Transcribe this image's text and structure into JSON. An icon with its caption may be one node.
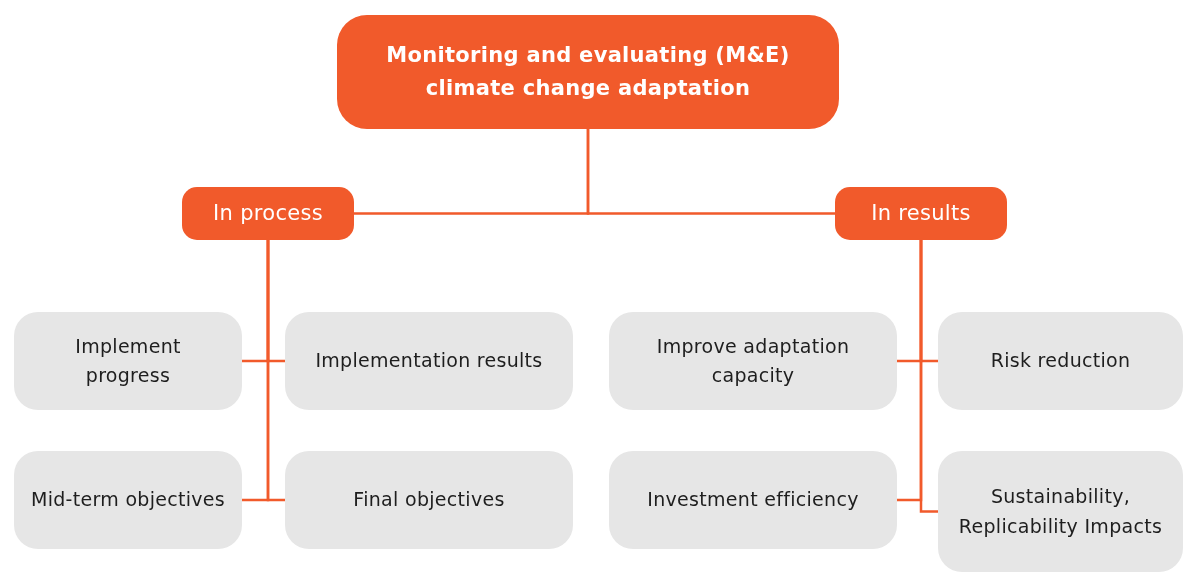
{
  "diagram": {
    "nodes": [
      {
        "text": [
          "Monitoring and evaluating (M&E) climate change adaptation"
        ]
      },
      {
        "text": [
          "In process"
        ]
      },
      {
        "text": [
          "In results"
        ]
      },
      {
        "text": [
          "Implement progress"
        ]
      },
      {
        "text": [
          "Implementation results"
        ]
      },
      {
        "text": [
          "Mid-term objectives"
        ]
      },
      {
        "text": [
          "Final objectives"
        ]
      },
      {
        "text": [
          "Improve adaptation capacity"
        ]
      },
      {
        "text": [
          "Risk reduction"
        ]
      },
      {
        "text": [
          "Investment efficiency"
        ]
      },
      {
        "text": [
          "Sustainability, Replicability Impacts"
        ]
      }
    ],
    "edges": [
      {
        "from": 0,
        "to": 1,
        "arrow": "none"
      },
      {
        "from": 0,
        "to": 2,
        "arrow": "none"
      },
      {
        "from": 1,
        "to": 3,
        "arrow": "none"
      },
      {
        "from": 1,
        "to": 4,
        "arrow": "none"
      },
      {
        "from": 1,
        "to": 5,
        "arrow": "none"
      },
      {
        "from": 1,
        "to": 6,
        "arrow": "none"
      },
      {
        "from": 2,
        "to": 7,
        "arrow": "none"
      },
      {
        "from": 2,
        "to": 8,
        "arrow": "none"
      },
      {
        "from": 2,
        "to": 9,
        "arrow": "none"
      },
      {
        "from": 2,
        "to": 10,
        "arrow": "none"
      }
    ]
  }
}
